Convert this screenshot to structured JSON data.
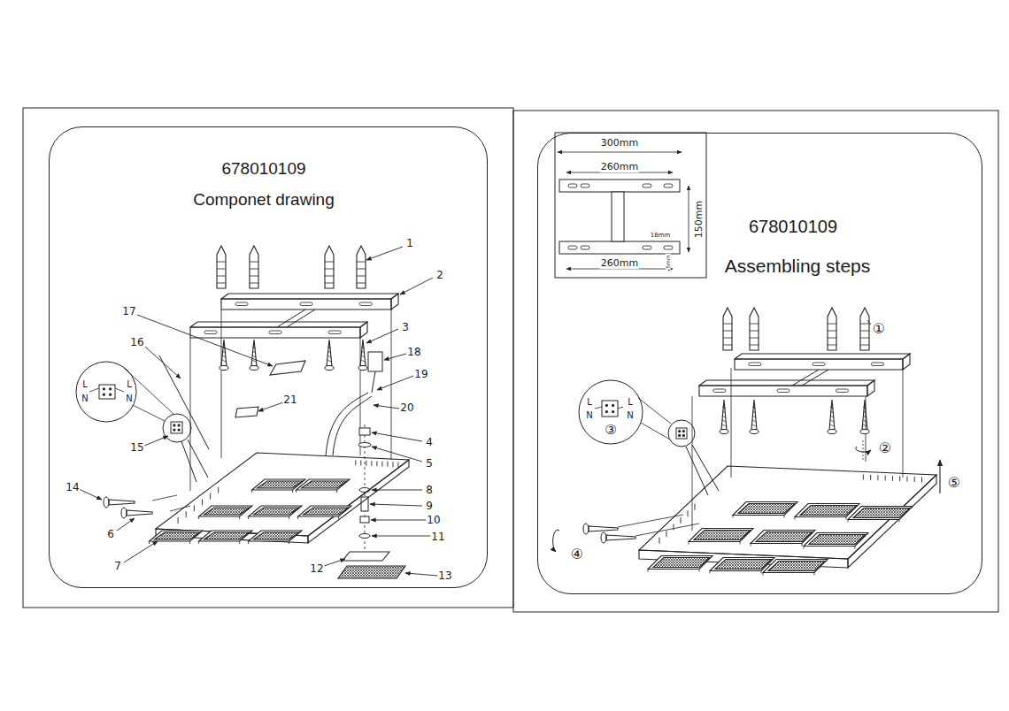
{
  "diagram": {
    "nodes": [
      {
        "text": [
          "678010109",
          "Componet drawing"
        ]
      },
      {
        "text": [
          "678010109",
          "Assembling steps"
        ]
      }
    ],
    "labels": [
      "1",
      "2",
      "3",
      "17",
      "18",
      "16",
      "19",
      "21",
      "20",
      "L",
      "N",
      "L",
      "N",
      "15",
      "4",
      "5",
      "14",
      "8",
      "9",
      "6",
      "10",
      "11",
      "7",
      "12",
      "13",
      "300mm",
      "260mm",
      "150mm",
      "18mm",
      "260mm",
      "5mm",
      "①",
      "②",
      "L",
      "N",
      "L",
      "N",
      "③",
      "④",
      "⑤"
    ]
  }
}
